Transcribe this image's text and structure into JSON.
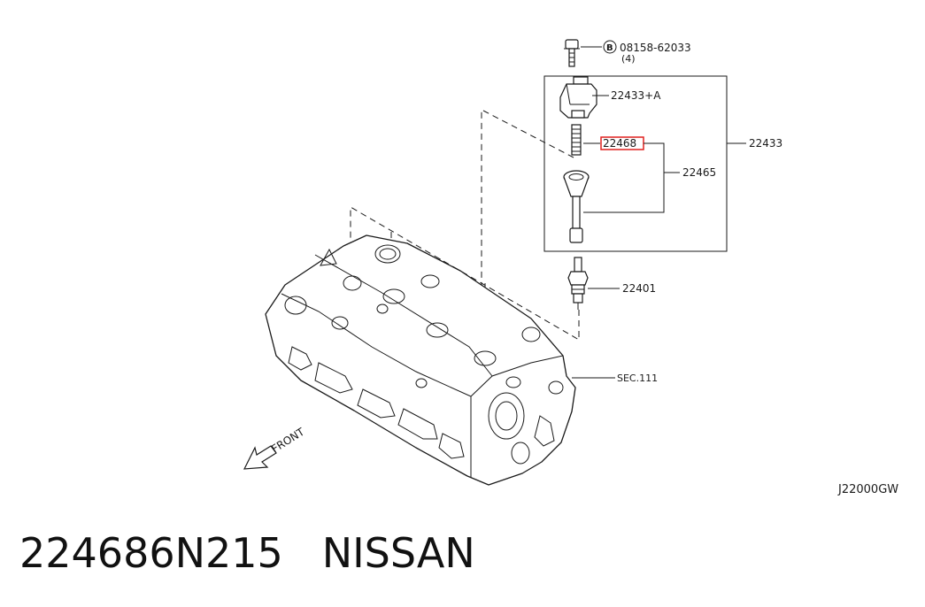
{
  "callouts": {
    "bolt_part_no": "08158-62033",
    "bolt_marker": "B",
    "bolt_qty": "(4)",
    "coil_sub": "22433+A",
    "spring": "22468",
    "assembly": "22433",
    "boot": "22465",
    "spark_plug": "22401",
    "section_ref": "SEC.111",
    "front_label": "FRONT"
  },
  "diagram_code": "J22000GW",
  "caption": {
    "part_number": "224686N215",
    "brand": "NISSAN"
  },
  "highlight_color": "#e0201e"
}
